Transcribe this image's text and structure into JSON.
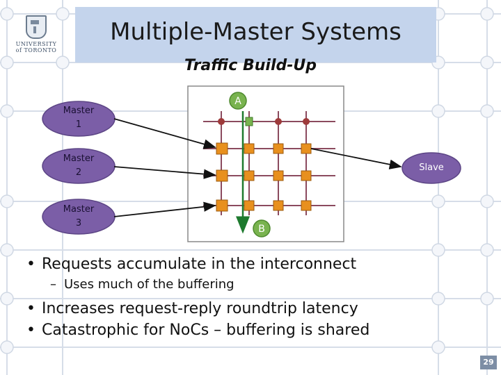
{
  "slide": {
    "logo": {
      "line1": "UNIVERSITY",
      "line2": "of TORONTO"
    },
    "title": "Multiple-Master Systems",
    "subtitle": "Traffic Build-Up",
    "page_number": "29"
  },
  "diagram": {
    "masters": [
      {
        "line1": "Master",
        "line2": "1"
      },
      {
        "line1": "Master",
        "line2": "2"
      },
      {
        "line1": "Master",
        "line2": "3"
      }
    ],
    "slave": "Slave",
    "point_a": "A",
    "point_b": "B"
  },
  "bullets": {
    "b1": "Requests accumulate in the interconnect",
    "b1_sub": "Uses much of the buffering",
    "b2": "Increases request-reply roundtrip latency",
    "b3": "Catastrophic for NoCs – buffering is shared",
    "bullet_char": "•",
    "dash_char": "–"
  },
  "colors": {
    "title_band": "#c4d4ec",
    "master_fill": "#7b5ea7",
    "slave_fill": "#7b5ea7",
    "grid_line": "#8b4a5e",
    "router_node": "#9e3b3b",
    "buffer_fill": "#e8901e",
    "path_green": "#1e7a2e",
    "point_green": "#79b34f"
  }
}
